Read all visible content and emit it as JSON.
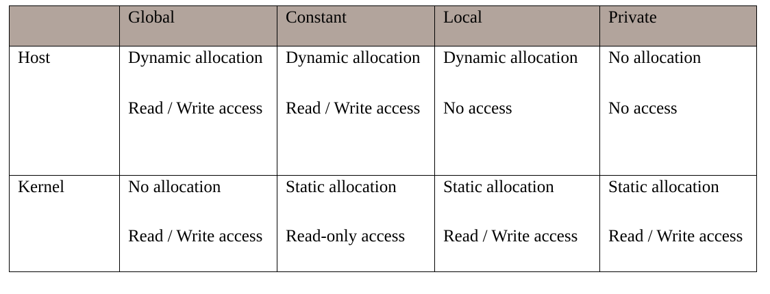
{
  "table": {
    "columns": [
      "",
      "Global",
      "Constant",
      "Local",
      "Private"
    ],
    "rows": [
      {
        "label": "Host",
        "cells": [
          {
            "allocation": "Dynamic allocation",
            "access": "Read / Write access"
          },
          {
            "allocation": "Dynamic allocation",
            "access": "Read / Write access"
          },
          {
            "allocation": "Dynamic allocation",
            "access": "No access"
          },
          {
            "allocation": "No allocation",
            "access": "No access"
          }
        ]
      },
      {
        "label": "Kernel",
        "cells": [
          {
            "allocation": "No allocation",
            "access": "Read / Write access"
          },
          {
            "allocation": "Static allocation",
            "access": "Read-only access"
          },
          {
            "allocation": "Static allocation",
            "access": "Read / Write access"
          },
          {
            "allocation": "Static allocation",
            "access": "Read / Write access"
          }
        ]
      }
    ],
    "header_color": "#b2a49c"
  }
}
